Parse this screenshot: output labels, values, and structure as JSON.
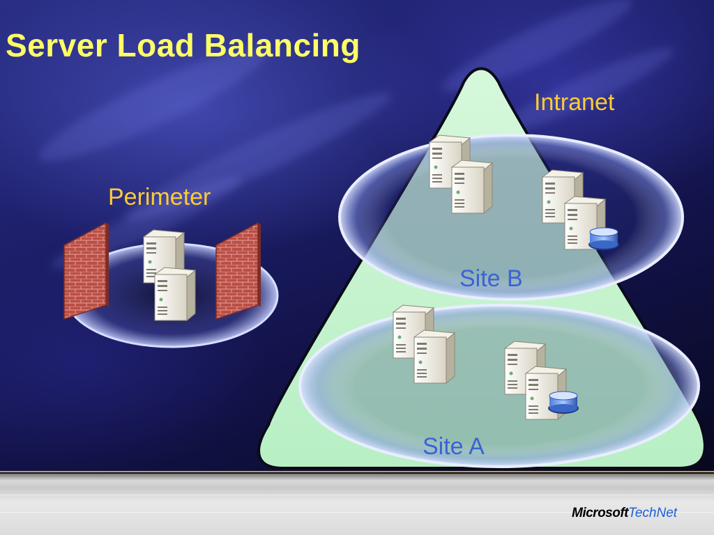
{
  "slide": {
    "title": "Server Load Balancing"
  },
  "zones": {
    "perimeter": "Perimeter",
    "intranet": "Intranet",
    "site_b": "Site B",
    "site_a": "Site A"
  },
  "branding": {
    "company": "Microsoft",
    "product": "TechNet"
  },
  "icons": [
    "firewall-icon",
    "server-icon",
    "database-icon"
  ],
  "colors": {
    "title": "#ffff66",
    "zone_label": "#ffcc33",
    "site_label": "#3a62d8",
    "triangle_fill": "#c8f5cf",
    "accent_line": "#c9a227"
  }
}
